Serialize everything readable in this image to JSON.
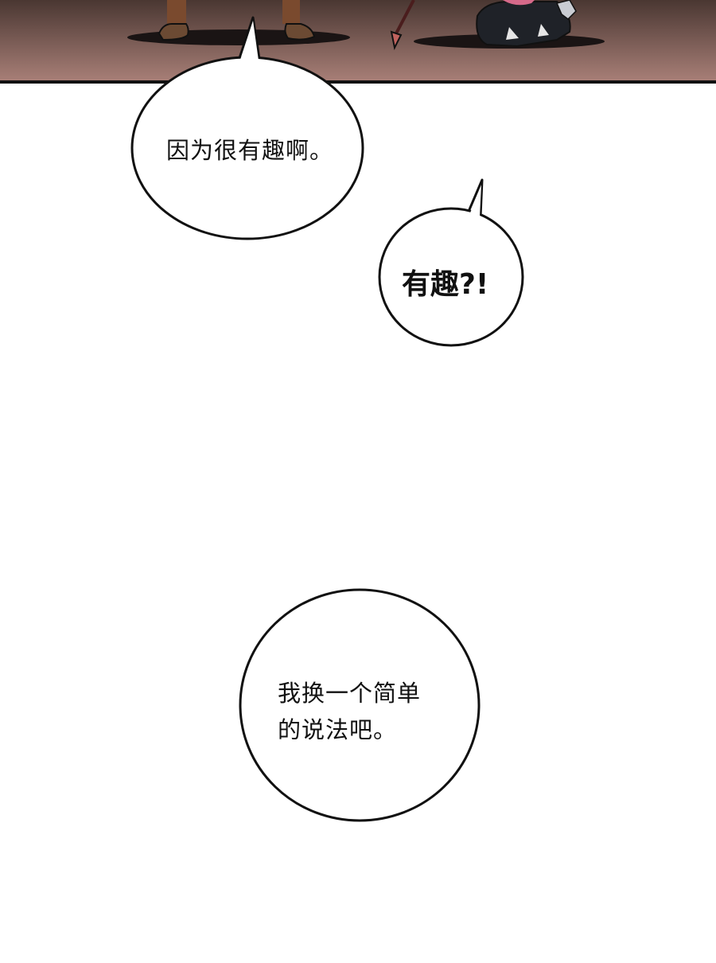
{
  "comic": {
    "bubble_1": {
      "text": "因为很有趣啊。"
    },
    "bubble_2": {
      "text": "有趣?!"
    },
    "bubble_3": {
      "line_1": "我换一个简单",
      "line_2": "的说法吧。"
    }
  },
  "colors": {
    "panel_top": "#4a3732",
    "panel_bottom": "#a87f77",
    "panel_border": "#111111",
    "bubble_fill": "#ffffff",
    "bubble_stroke": "#111111"
  }
}
